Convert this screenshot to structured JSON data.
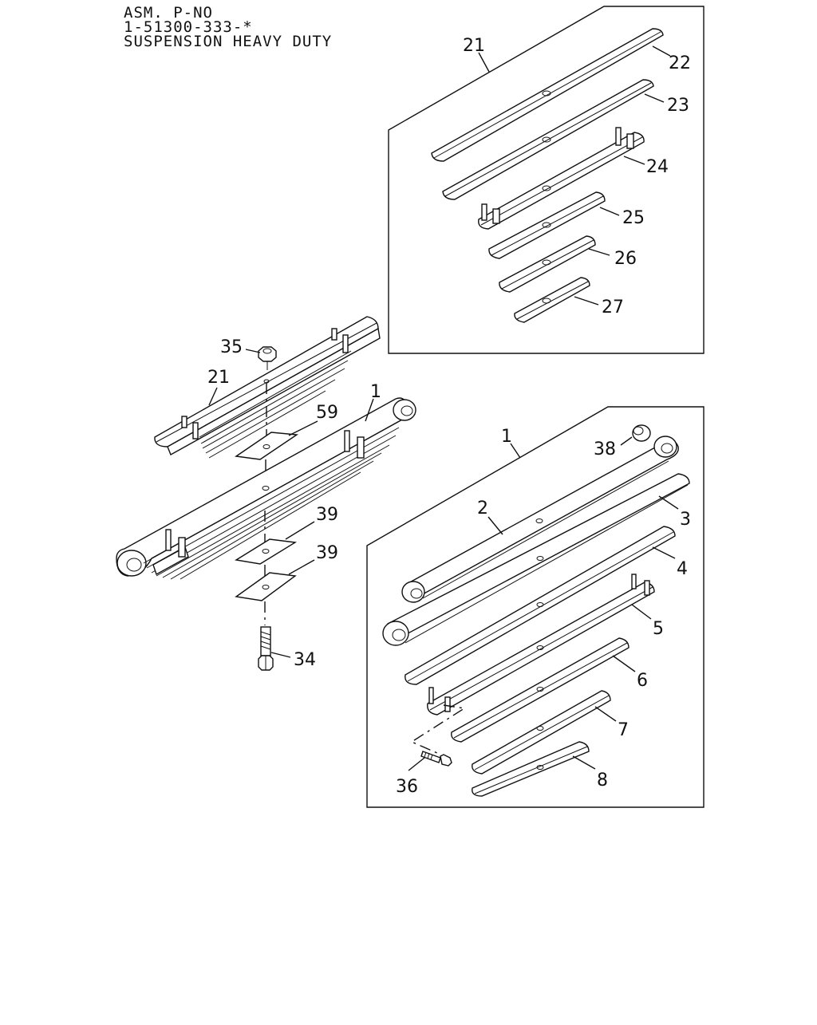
{
  "header": {
    "line1": "ASM. P-NO",
    "line2": "1-51300-333-*",
    "line3": "SUSPENSION HEAVY DUTY"
  },
  "callouts": {
    "c21_top": "21",
    "c22": "22",
    "c23": "23",
    "c24": "24",
    "c25": "25",
    "c26": "26",
    "c27": "27",
    "c35": "35",
    "c21_asm": "21",
    "c59": "59",
    "c1_asm": "1",
    "c39a": "39",
    "c39b": "39",
    "c34": "34",
    "c1_box": "1",
    "c38": "38",
    "c2": "2",
    "c3": "3",
    "c4": "4",
    "c5": "5",
    "c6": "6",
    "c7": "7",
    "c8": "8",
    "c36": "36"
  }
}
